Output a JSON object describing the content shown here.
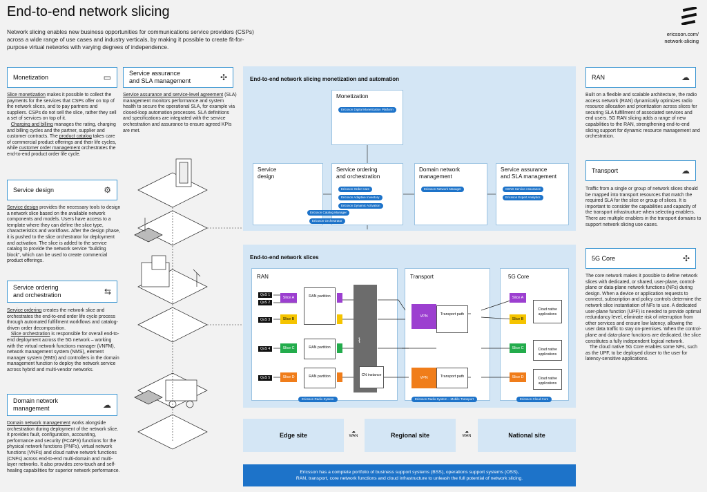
{
  "header": {
    "title": "End-to-end network slicing",
    "intro": "Network slicing enables new business opportunities for communications service providers (CSPs) across a wide range of use cases and industry verticals, by making it possible to create fit-for-purpose virtual networks with varying degrees of independence.",
    "url_line1": "ericsson.com/",
    "url_line2": "network-slicing"
  },
  "left": {
    "monetization": {
      "label": "Monetization",
      "p1a": "Slice monetization",
      "p1b": " makes it possible to collect the payments for the services that CSPs offer on top of the network slices, and to pay partners and suppliers. CSPs do not sell the slice, rather they sell a set of services on top of it.",
      "p2a": "Charging and billing",
      "p2b": " manages the rating, charging and billing cycles and the partner, supplier and customer contracts. The ",
      "p2c": "product catalog",
      "p2d": " takes care of commercial product offerings and their life cycles, while ",
      "p2e": "customer order management",
      "p2f": " orchestrates the end-to-end product order life cycle."
    },
    "design": {
      "label": "Service design",
      "pa": "Service design",
      "pb": " provides the necessary tools to design a network slice based on the available network components and models. Users have access to a template where they can define the slice type, characteristics and workflows. After the design phase, it is pushed to the slice orchestrator for deployment and activation. The slice is added to the service catalog to provide the network service “building block”, which can be used to create commercial product offerings."
    },
    "ordering": {
      "label_l1": "Service ordering",
      "label_l2": "and orchestration",
      "pa": "Service ordering",
      "pb": " creates the network slice and orchestrates the end-to-end order life cycle process through automated fulfillment workflows and catalog-driven order decomposition.",
      "pc": "Slice orchestration",
      "pd": " is responsible for overall end-to-end deployment across the 5G network – working with the virtual network functions manager (VNFM), network management system (NMS), element manager system (EMS) and controllers in the domain management function to deploy the network service across hybrid and multi-vendor networks."
    },
    "domain": {
      "label_l1": "Domain network",
      "label_l2": "management",
      "pa": "Domain network management",
      "pb": " works alongside orchestration during deployment of the network slice. It provides fault, configuration, accounting, performance and security (FCAPS) functions for the physical network functions (PNFs), virtual network functions (VNFs) and cloud native network functions (CNFs) across end-to-end multi-domain and multi-layer networks. It also provides zero-touch and self-healing capabilities for superior network performance."
    }
  },
  "assurance": {
    "label_l1": "Service assurance",
    "label_l2": "and SLA management",
    "pa": "Service assurance and service-level agreement",
    "pb": " (SLA) management monitors performance and system health to secure the operational SLA, for example via closed-loop automation processes. SLA definitions and specifications are integrated with the service orchestration and assurance to ensure agreed KPIs are met."
  },
  "right": {
    "ran": {
      "label": "RAN",
      "text": "Built on a flexible and scalable architecture, the radio access network (RAN) dynamically optimizes radio resource allocation and prioritization across slices for securing SLA fulfillment of associated services and end users. 5G RAN slicing adds a range of new capabilities to the RAN, strengthening end-to-end slicing support for dynamic resource management and orchestration."
    },
    "transport": {
      "label": "Transport",
      "text": "Traffic from a single or group of network slices should be mapped into transport resources that match the required SLA for the slice or group of slices. It is important to consider the capabilities and capacity of the transport infrastructure when selecting enablers. There are multiple enablers in the transport domains to support network slicing use cases."
    },
    "core": {
      "label": "5G Core",
      "text1": "The core network makes it possible to define network slices with dedicated, or shared, user-plane, control-plane or data-plane network functions (NFs) during design. When a device or application requests to connect, subscription and policy controls determine the network slice instantiation of NFs to use. A dedicated user-plane function (UPF) is needed to provide optimal redundancy level, eliminate risk of interruption from other services and ensure low latency, allowing the user data traffic to stay on-premises. When the control-plane and data-plane functions are dedicated, the slice constitutes a fully independent logical network.",
      "text2": "The cloud native 5G Core enables some NFs, such as the UPF, to be deployed closer to the user for latency-sensitive applications."
    }
  },
  "mono_panel": {
    "title": "End-to-end network slicing monetization and automation",
    "monetization": "Monetization",
    "mono_chip": "Ericsson Digital Monetization Platform",
    "design_l1": "Service",
    "design_l2": "design",
    "ordering_l1": "Service ordering",
    "ordering_l2": "and orchestration",
    "ord_chips": [
      "Ericsson Order Care",
      "Ericsson Adaptive Inventory",
      "Ericsson Dynamic Activation"
    ],
    "design_chips": [
      "Ericsson Catalog Manager",
      "Ericsson Orchestrator"
    ],
    "domain_l1": "Domain network",
    "domain_l2": "management",
    "domain_chip": "Ericsson Network Manager",
    "assur_l1": "Service assurance",
    "assur_l2": "and SLA management",
    "assur_chips": [
      "CENX Service Assurance",
      "Ericsson Expert Analytics"
    ]
  },
  "slices_panel": {
    "title": "End-to-end network slices",
    "ran": "RAN",
    "transport": "Transport",
    "core": "5G Core",
    "qos": [
      "QoS 1",
      "QoS 2",
      "QoS 3",
      "QoS 4",
      "QoS 5"
    ],
    "slices": [
      "Slice A",
      "Slice B",
      "Slice C",
      "Slice D"
    ],
    "ran_partition": "RAN partition",
    "transport_path": "Transport path",
    "vpn": "VPN",
    "cn_instance": "CN instance",
    "cloud_apps": "Cloud native applications",
    "foot_ran": "Ericsson Radio System",
    "foot_transport": "Ericsson Radio System – Mobile Transport",
    "foot_core": "Ericsson Cloud Core"
  },
  "sites": {
    "edge": "Edge site",
    "regional": "Regional site",
    "national": "National site",
    "wan": "WAN"
  },
  "banner": {
    "l1": "Ericsson has a complete portfolio of business support systems (BSS), operations support systems (OSS),",
    "l2": "RAN, transport, core network functions and cloud infrastructure to unleash the full potential of network slicing."
  },
  "colors": {
    "accent": "#1d73c9",
    "panel": "#d4e6f5",
    "sliceA": "#9c3fd0",
    "sliceB": "#f5c400",
    "sliceC": "#23ac4c",
    "sliceD": "#f07d1a"
  }
}
